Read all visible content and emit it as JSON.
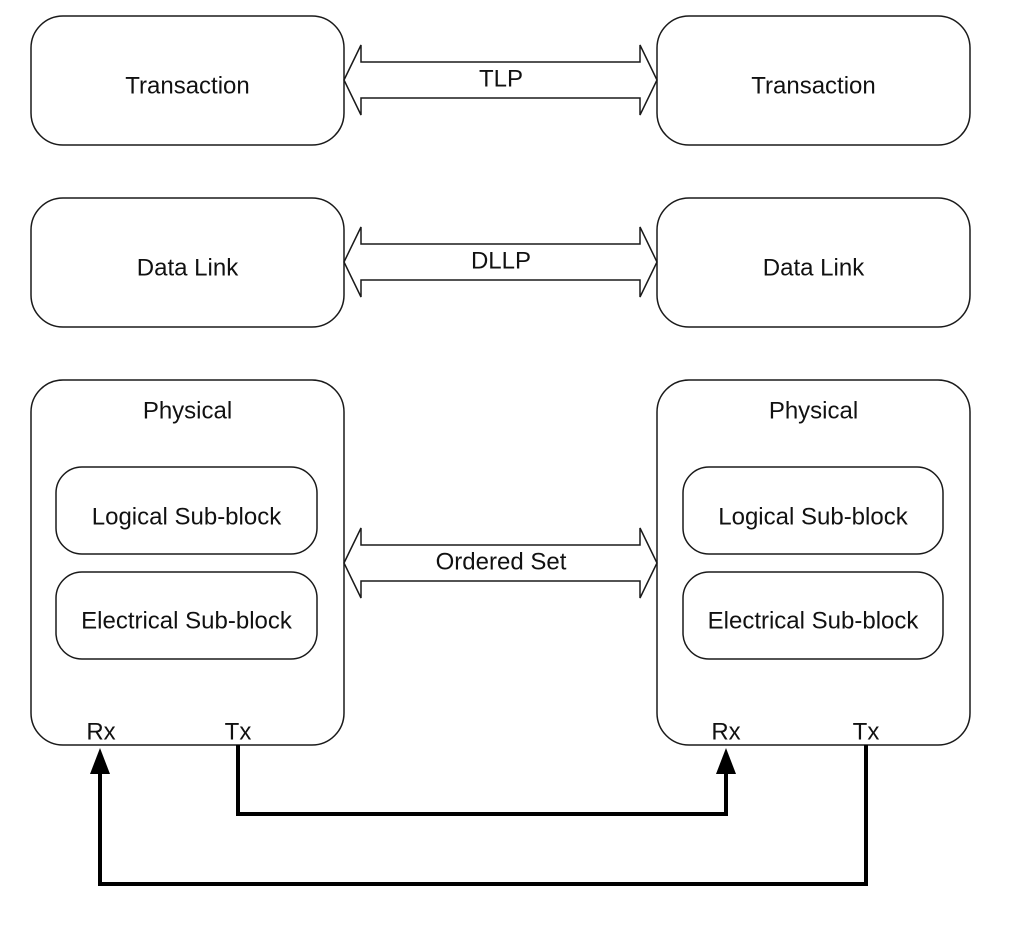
{
  "left_stack": {
    "transaction": "Transaction",
    "data_link": "Data Link",
    "physical": {
      "title": "Physical",
      "logical": "Logical Sub-block",
      "electrical": "Electrical Sub-block",
      "rx": "Rx",
      "tx": "Tx"
    }
  },
  "right_stack": {
    "transaction": "Transaction",
    "data_link": "Data Link",
    "physical": {
      "title": "Physical",
      "logical": "Logical Sub-block",
      "electrical": "Electrical Sub-block",
      "rx": "Rx",
      "tx": "Tx"
    }
  },
  "links": {
    "tlp": "TLP",
    "dllp": "DLLP",
    "ordered_set": "Ordered Set"
  }
}
